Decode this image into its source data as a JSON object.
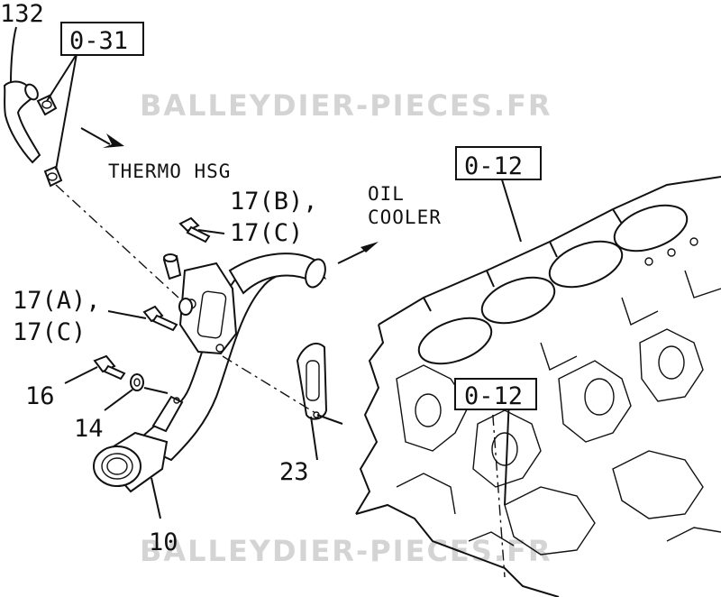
{
  "watermark": "BALLEYDIER-PIECES.FR",
  "labels": {
    "p132": "132",
    "ref031": "0-31",
    "thermo": "THERMO HSG",
    "p17b": "17(B),",
    "p17c_top": "17(C)",
    "oil_line1": "OIL",
    "oil_line2": "COOLER",
    "ref012": "0-12",
    "p17a": "17(A),",
    "p17c_left": "17(C)",
    "p16": "16",
    "p14": "14",
    "p23": "23",
    "p10": "10"
  }
}
